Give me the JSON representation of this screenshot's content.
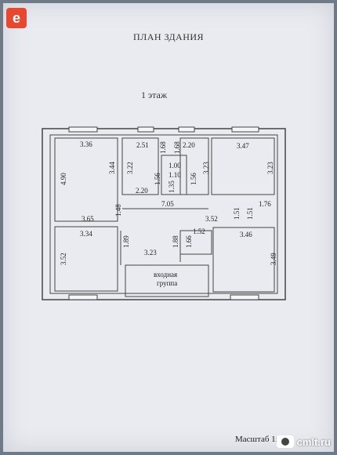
{
  "document": {
    "title": "ПЛАН ЗДАНИЯ",
    "floor": "1  этаж",
    "scale": "Масштаб 1:100"
  },
  "logo": {
    "glyph": "e",
    "color": "#e7492f"
  },
  "watermark": {
    "text": "cmlt.ru",
    "icon": "camera-icon"
  },
  "plan": {
    "entrance_line1": "входная",
    "entrance_line2": "группа",
    "dimensions": [
      "3.36",
      "4.90",
      "3.44",
      "3.65",
      "1.48",
      "2.51",
      "3.22",
      "1.68",
      "1.00",
      "1.56",
      "1.10",
      "1.35",
      "2.20",
      "2.20",
      "1.68",
      "1.56",
      "3.23",
      "3.47",
      "3.23",
      "7.05",
      "1.51",
      "1.51",
      "1.76",
      "3.34",
      "3.52",
      "1.89",
      "3.23",
      "1.88",
      "1.66",
      "1.52",
      "3.52",
      "3.46",
      "3.49"
    ]
  }
}
